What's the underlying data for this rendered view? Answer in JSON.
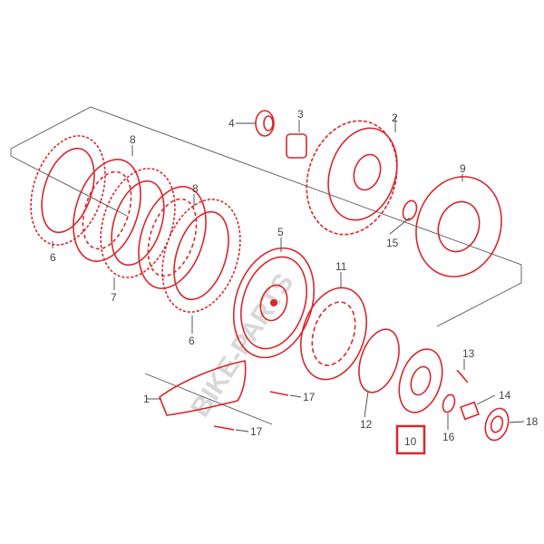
{
  "diagram": {
    "watermark": "BIKE-PARTS",
    "highlighted_callout": "10",
    "callouts": [
      "1",
      "2",
      "3",
      "4",
      "5",
      "6",
      "6",
      "7",
      "8",
      "9",
      "10",
      "11",
      "12",
      "13",
      "14",
      "15",
      "16",
      "17",
      "17",
      "18"
    ]
  },
  "colors": {
    "parts": "#d9262c",
    "text": "#444444",
    "highlight": "#d9262c"
  }
}
